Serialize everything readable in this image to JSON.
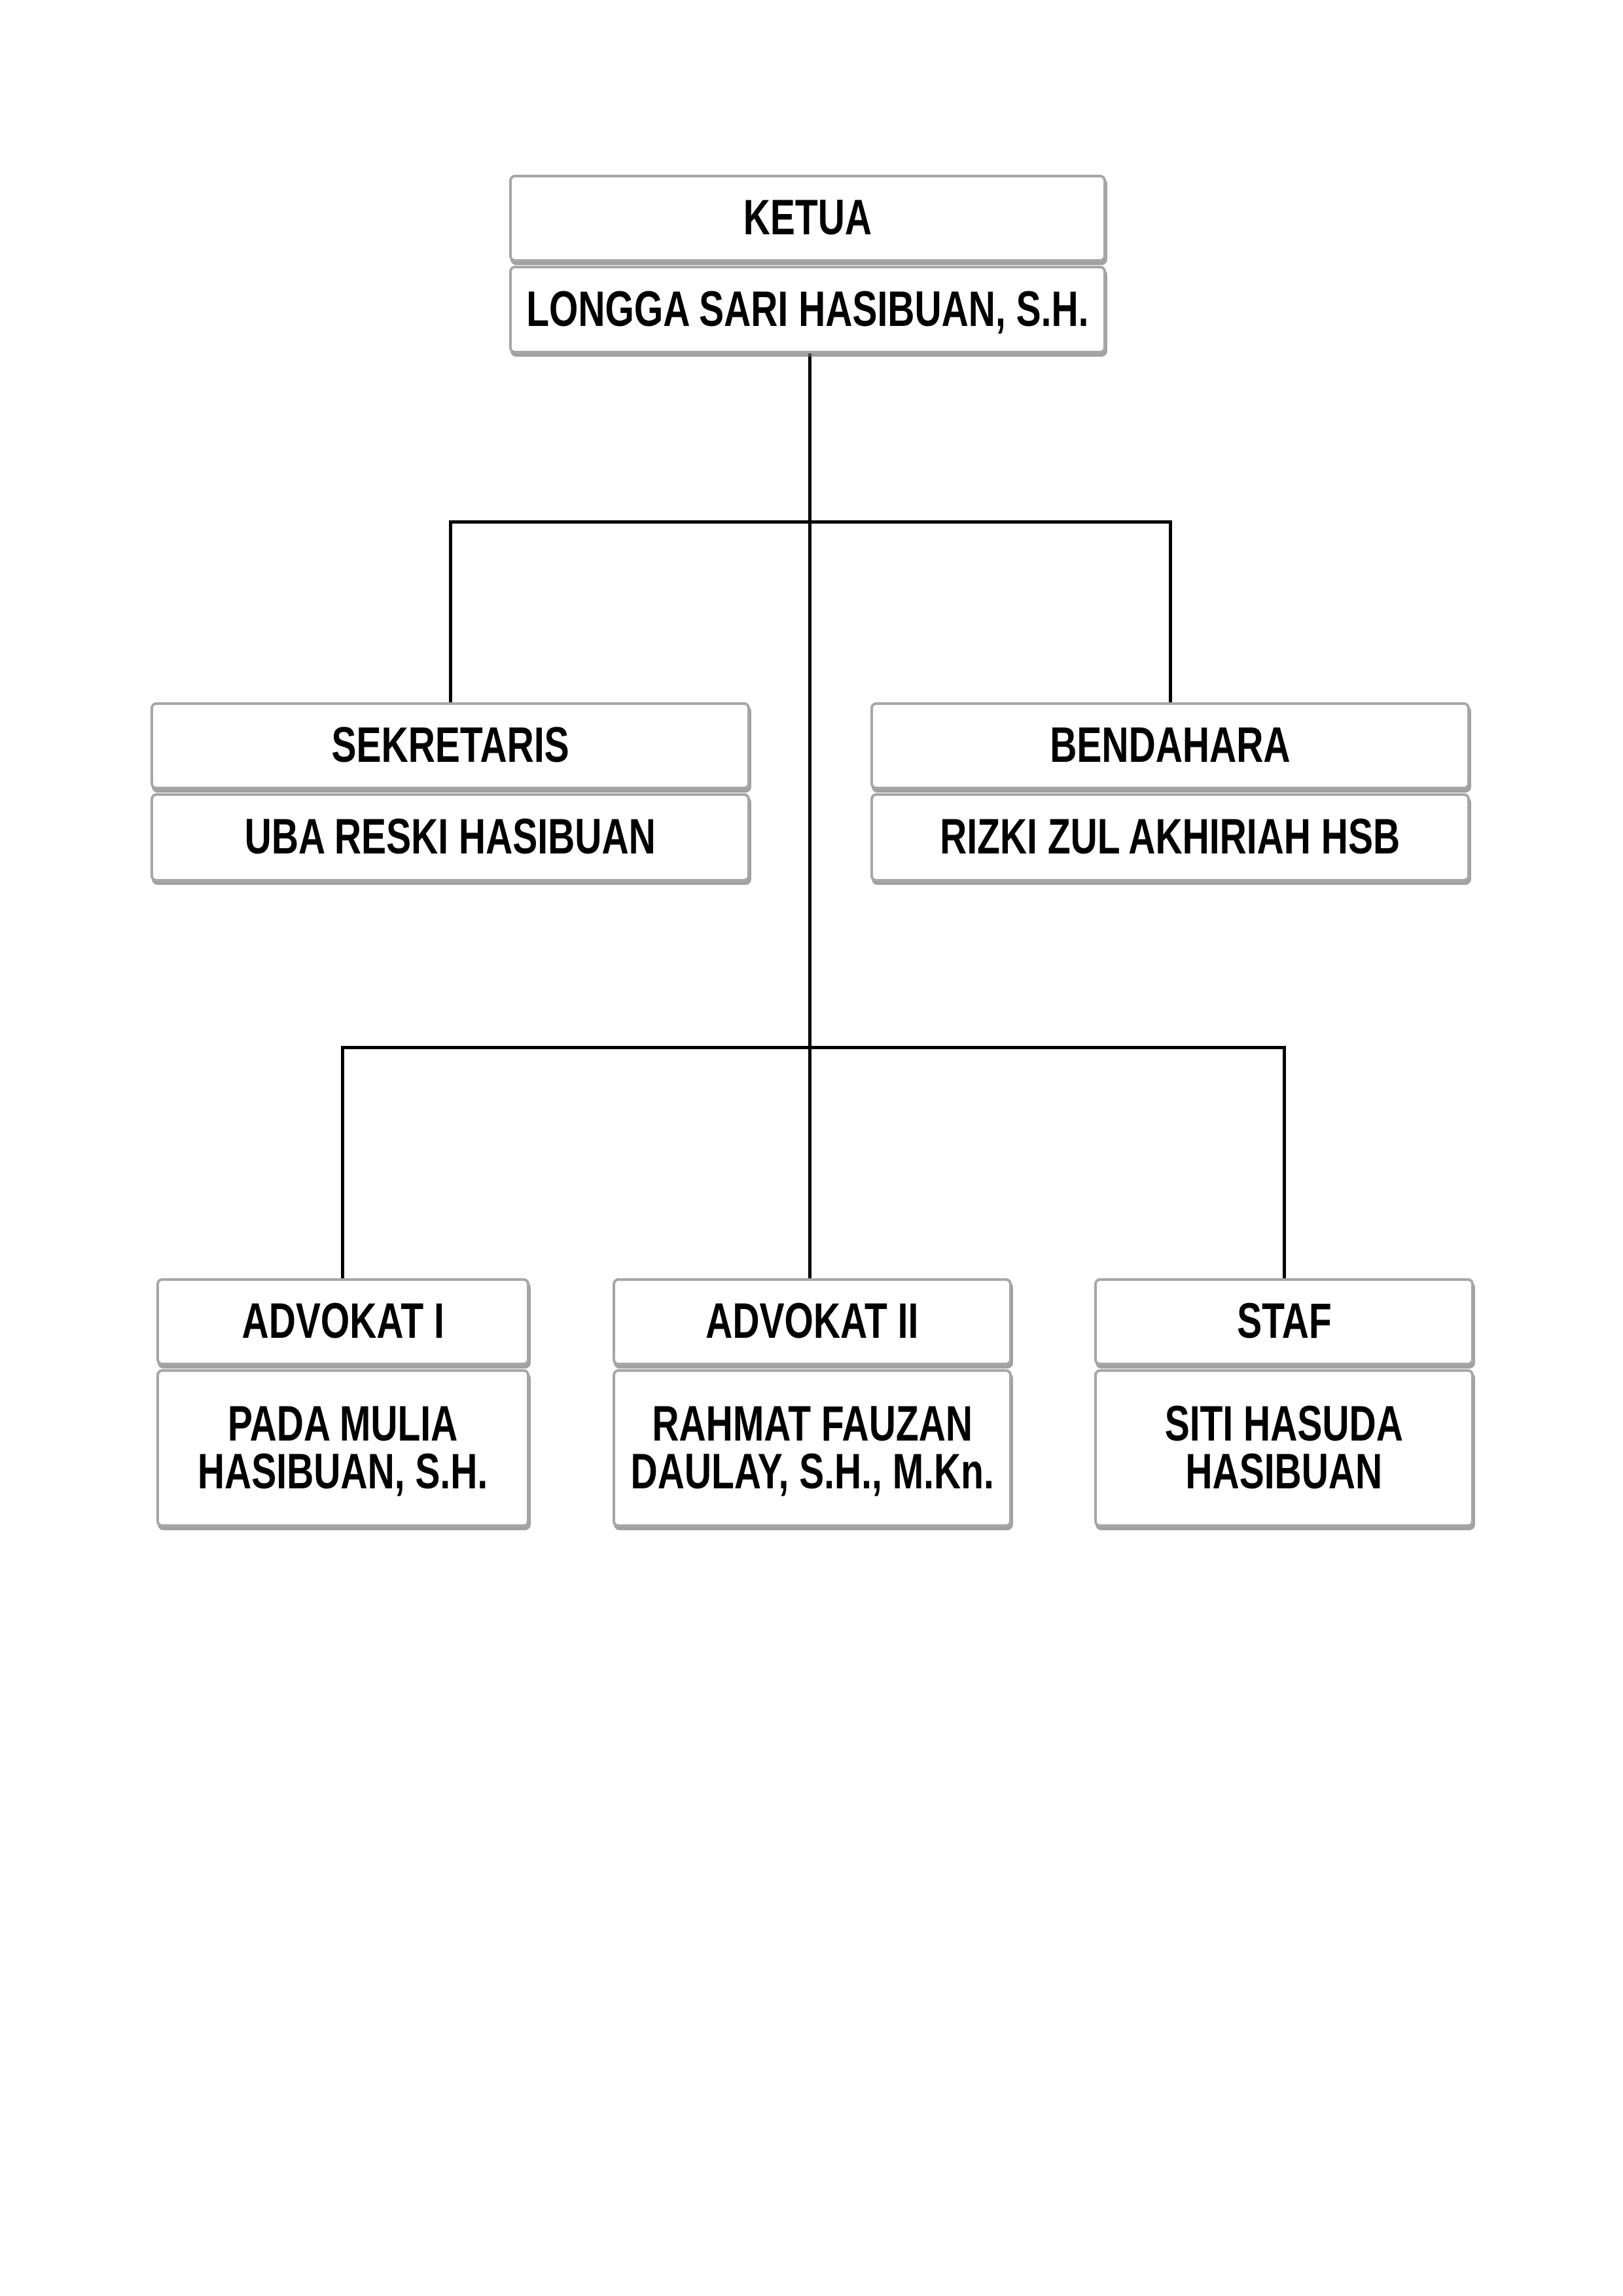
{
  "org_chart": {
    "nodes": {
      "ketua": {
        "role": "KETUA",
        "name": "LONGGA SARI HASIBUAN, S.H."
      },
      "sekretaris": {
        "role": "SEKRETARIS",
        "name": "UBA RESKI HASIBUAN"
      },
      "bendahara": {
        "role": "BENDAHARA",
        "name": "RIZKI ZUL AKHIRIAH HSB"
      },
      "advokat1": {
        "role": "ADVOKAT I",
        "name_line1": "PADA MULIA",
        "name_line2": "HASIBUAN, S.H."
      },
      "advokat2": {
        "role": "ADVOKAT II",
        "name_line1": "RAHMAT FAUZAN",
        "name_line2": "DAULAY, S.H., M.Kn."
      },
      "staf": {
        "role": "STAF",
        "name_line1": "SITI HASUDA",
        "name_line2": "HASIBUAN"
      }
    },
    "hierarchy": {
      "root": "KETUA",
      "children_of_root": [
        "SEKRETARIS",
        "BENDAHARA",
        "ADVOKAT I",
        "ADVOKAT II",
        "STAF"
      ]
    },
    "colors": {
      "background": "#ffffff",
      "box_fill": "#ffffff",
      "box_border": "#a6a6a6",
      "box_shadow": "#6e6e6e",
      "connector": "#000000",
      "text": "#000000"
    }
  }
}
